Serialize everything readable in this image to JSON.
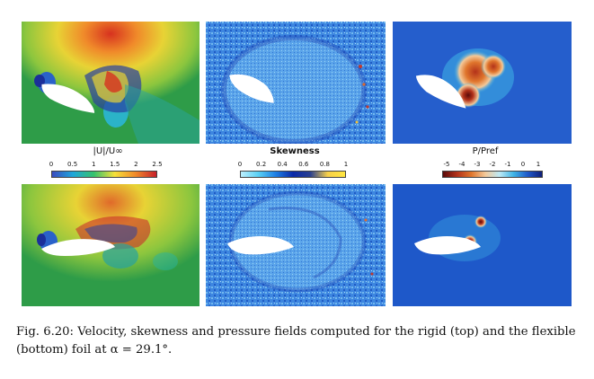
{
  "colorbars": [
    {
      "title": "|U|/U∞",
      "ticks": [
        "0",
        "0.5",
        "1",
        "1.5",
        "2",
        "2.5"
      ],
      "gradient": [
        "#3b4cc0",
        "#1fa6d9",
        "#36c26d",
        "#f5e03a",
        "#f08a2a",
        "#c8202a"
      ]
    },
    {
      "title": "Skewness",
      "ticks": [
        "0",
        "0.2",
        "0.4",
        "0.6",
        "0.8",
        "1"
      ],
      "gradient": [
        "#bdeefc",
        "#5ad1f5",
        "#1e80e5",
        "#0b2aa8",
        "#2a3f8f",
        "#f7d04a",
        "#ffe640"
      ]
    },
    {
      "title": "P/Pref",
      "ticks": [
        "-5",
        "-4",
        "-3",
        "-2",
        "-1",
        "0",
        "1"
      ],
      "gradient": [
        "#5a0a0a",
        "#b3321a",
        "#e0762d",
        "#f3c99a",
        "#bde9f5",
        "#3fb4e6",
        "#1e58c9",
        "#0e1f7a"
      ]
    }
  ],
  "caption": "Fig. 6.20: Velocity, skewness and pressure fields computed for the rigid (top) and the flexible (bottom) foil at α = 29.1°."
}
